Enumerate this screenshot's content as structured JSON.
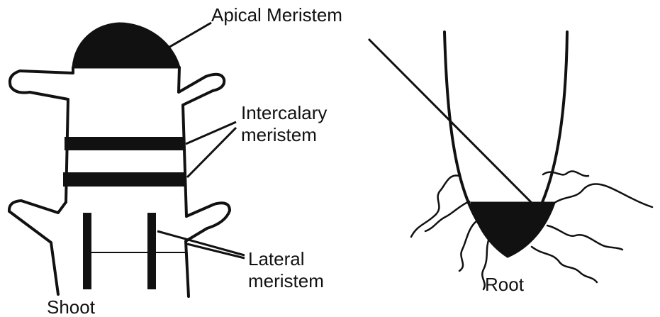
{
  "labels": {
    "apical": "Apical Meristem",
    "intercalary_line1": "Intercalary",
    "intercalary_line2": "meristem",
    "lateral_line1": "Lateral",
    "lateral_line2": "meristem",
    "shoot": "Shoot",
    "root": "Root"
  },
  "colors": {
    "ink": "#111111",
    "background": "#ffffff"
  }
}
